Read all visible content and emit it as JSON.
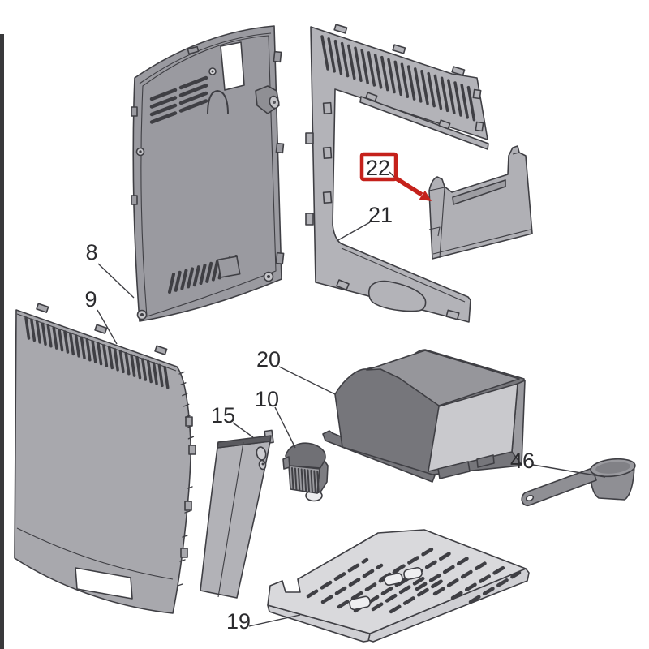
{
  "diagram": {
    "description": "exploded-parts-diagram",
    "callouts": {
      "p8": {
        "label": "8"
      },
      "p9": {
        "label": "9"
      },
      "p10": {
        "label": "10"
      },
      "p15": {
        "label": "15"
      },
      "p19": {
        "label": "19"
      },
      "p20": {
        "label": "20"
      },
      "p21": {
        "label": "21"
      },
      "p22": {
        "label": "22"
      },
      "p46": {
        "label": "46"
      }
    },
    "highlight": {
      "part_label": "22",
      "color": "#c5211b"
    },
    "colors": {
      "outline": "#3f3f44",
      "highlight_red": "#c5211b",
      "panel_gray": "#9a9aa0",
      "frame_gray": "#b3b3b8",
      "drawer_dark_gray": "#76767b",
      "plate_light_gray": "#d9d9dc",
      "edge_bar": "#39393b",
      "background": "#ffffff"
    }
  }
}
